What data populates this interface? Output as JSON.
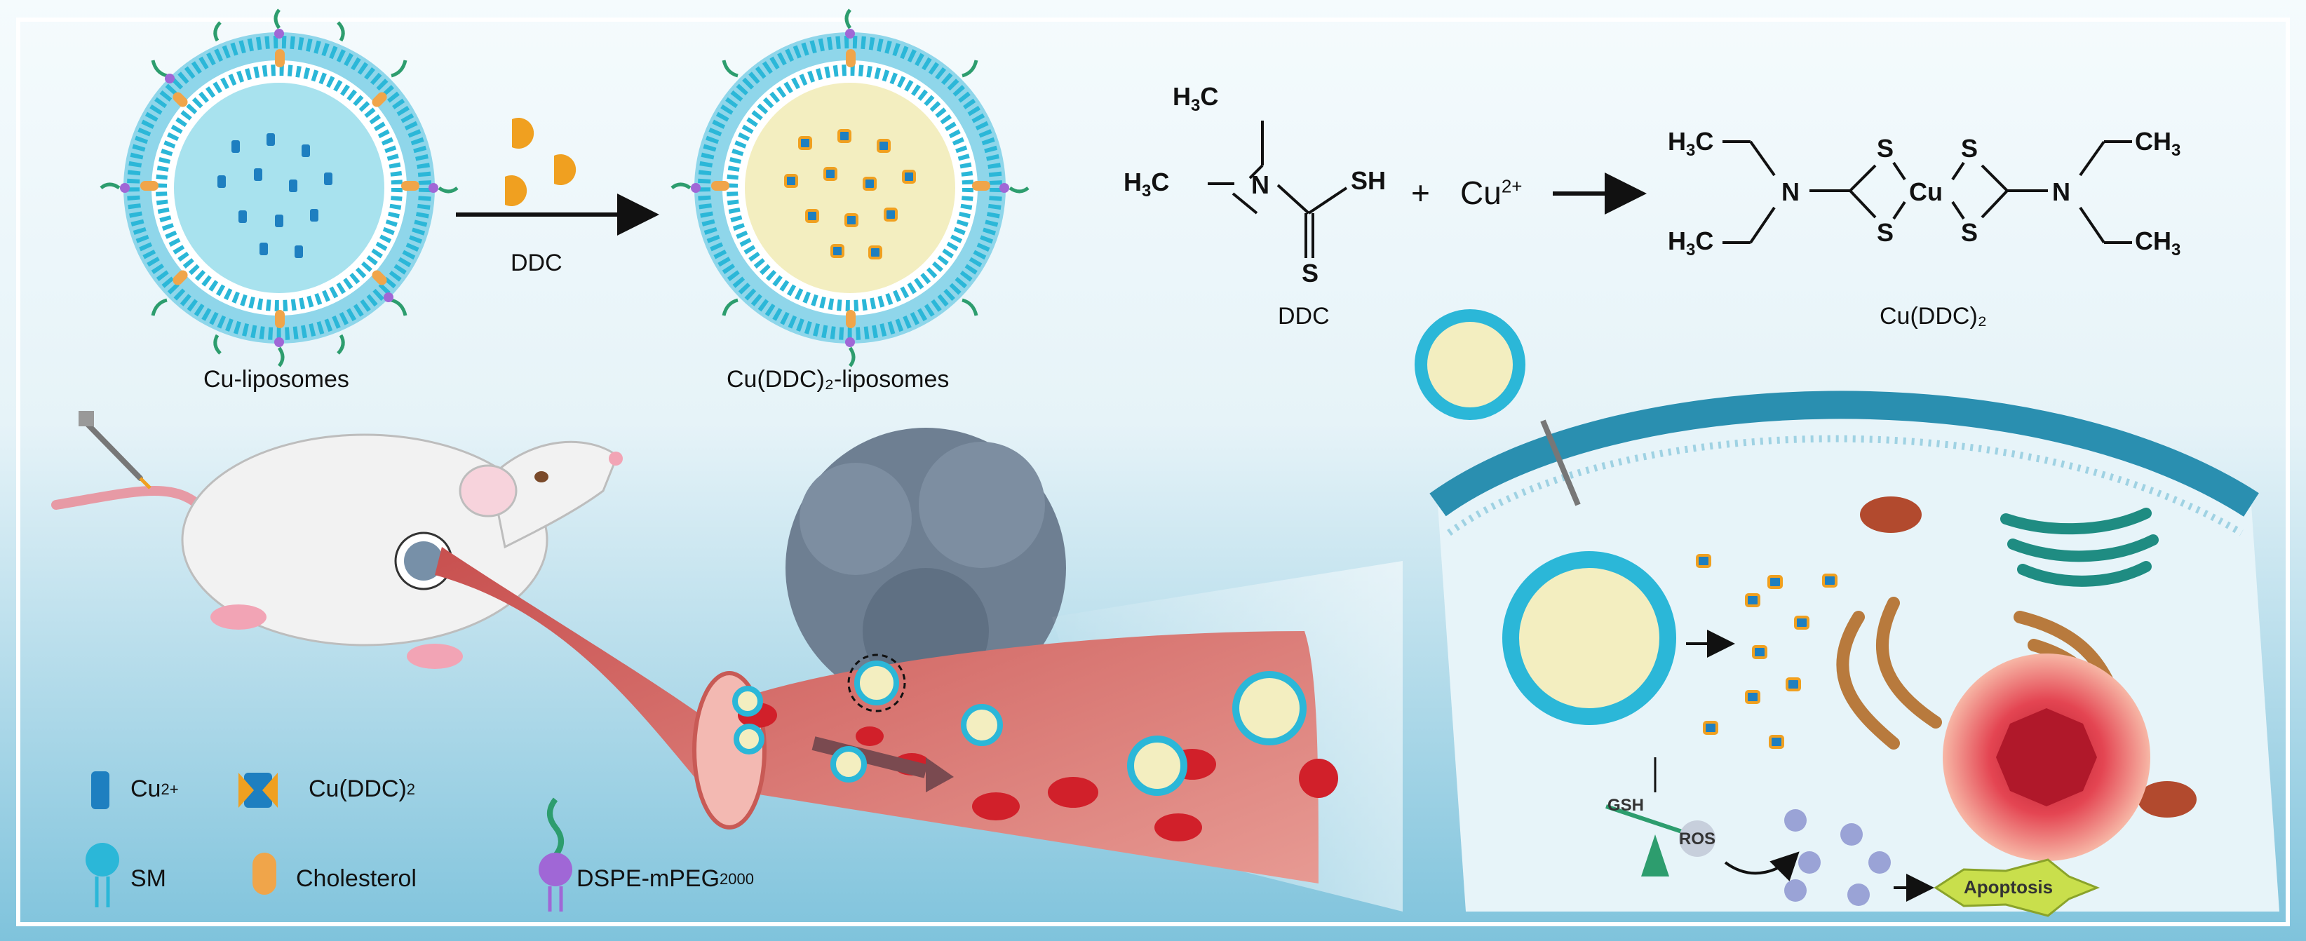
{
  "labels": {
    "cu_liposomes": "Cu-liposomes",
    "cu_ddc2_liposomes": "Cu(DDC)₂-liposomes",
    "arrow_ddc": "DDC",
    "ddc_caption": "DDC",
    "product_caption": "Cu(DDC)₂",
    "plus": "+",
    "cu_ion": "Cu",
    "cu_ion_charge": "2+",
    "gsh": "GSH",
    "ros": "ROS",
    "apoptosis": "Apoptosis"
  },
  "chem": {
    "h3c": "H",
    "three": "3",
    "c": "C",
    "n": "N",
    "sh": "SH",
    "s": "S",
    "cu": "Cu",
    "ch3": "CH",
    "three_b": "3"
  },
  "legend": {
    "cu_ion": {
      "base": "Cu",
      "sup": "2+"
    },
    "cu_ddc2": {
      "base": "Cu(DDC)",
      "sub": "2"
    },
    "sm": "SM",
    "cholesterol": "Cholesterol",
    "dspe": {
      "base": "DSPE-mPEG",
      "sub": "2000"
    }
  },
  "colors": {
    "liposome_outer": "#2bb7d8",
    "liposome_core": "#bfe9ef",
    "cu_ddc_core": "#f3eec0",
    "cholesterol": "#f0a54a",
    "peg": "#2d9d6e",
    "blood_vessel": "#e88a8a",
    "rbc": "#d1202a",
    "tumor": "#6e7f92",
    "membrane": "#2a8fb0",
    "mitochondria": "#b24a2e",
    "golgi": "#1f8c82",
    "er": "#b87a3d",
    "nucleus": "#d63a45",
    "apoptosis": "#c9df4c"
  }
}
